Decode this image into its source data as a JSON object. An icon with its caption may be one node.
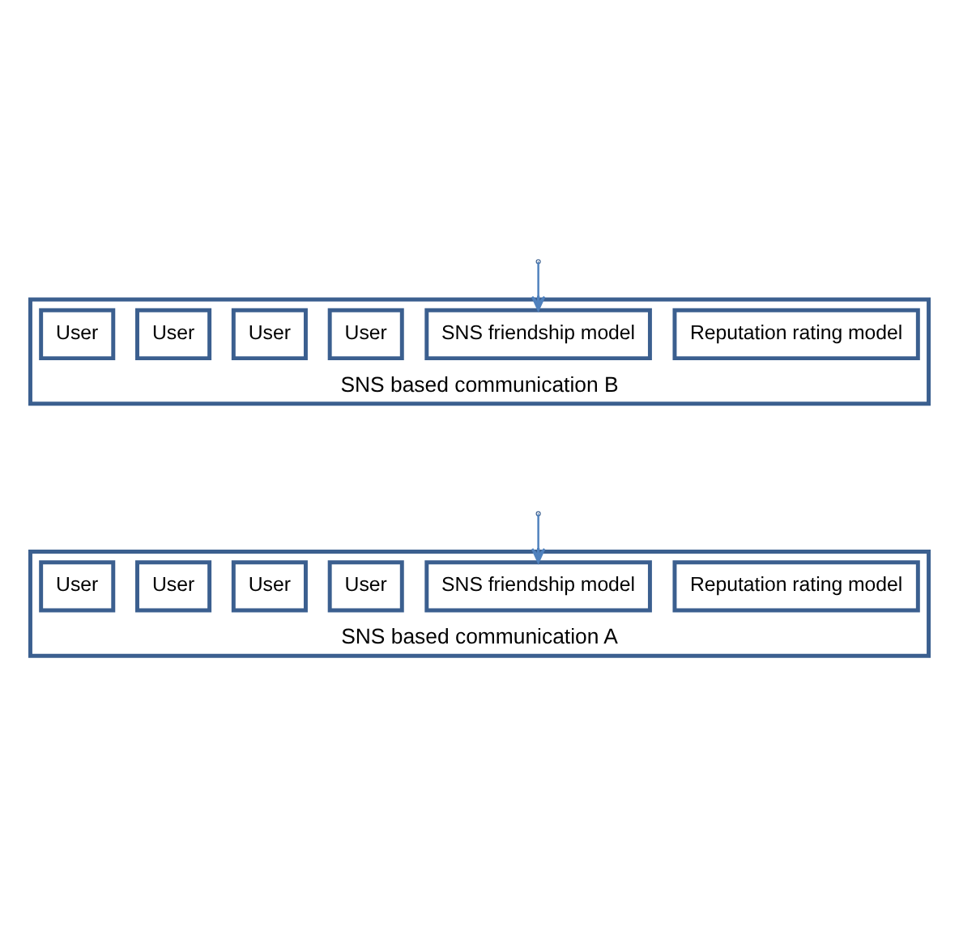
{
  "diagram": {
    "nodes": [
      {
        "text": [
          "SNS based communication B"
        ]
      },
      {
        "text": [
          "Reputation rating model"
        ],
        "in": 0
      },
      {
        "text": [
          "SNS friendship model"
        ],
        "in": 0
      },
      {
        "text": [
          "User"
        ],
        "in": 0
      },
      {
        "text": [
          "User"
        ],
        "in": 0
      },
      {
        "text": [
          "User"
        ],
        "in": 0
      },
      {
        "text": [
          "User"
        ],
        "in": 0
      },
      {
        "text": [
          "SNS based communication A"
        ]
      },
      {
        "text": [
          "Reputation rating model"
        ],
        "in": 7
      },
      {
        "text": [
          "SNS friendship model"
        ],
        "in": 7
      },
      {
        "text": [
          "User"
        ],
        "in": 7
      },
      {
        "text": [
          "User"
        ],
        "in": 7
      },
      {
        "text": [
          "User"
        ],
        "in": 7
      },
      {
        "text": [
          "User"
        ],
        "in": 7
      }
    ],
    "edges": [
      {
        "from": null,
        "to": 2,
        "arrow": "to"
      },
      {
        "from": null,
        "to": 9,
        "arrow": "to"
      }
    ]
  }
}
